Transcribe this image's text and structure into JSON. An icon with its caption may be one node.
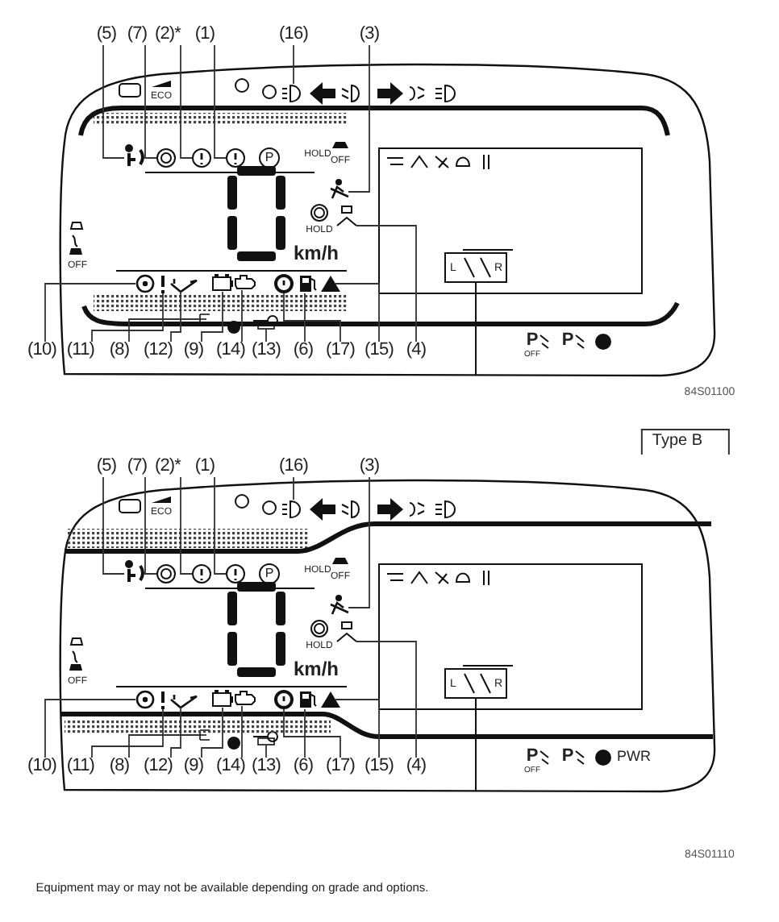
{
  "diagram": {
    "nodes": [
      {
        "text": [
          "(5)"
        ]
      },
      {
        "text": [
          "(7)"
        ]
      },
      {
        "text": [
          "(2)*"
        ]
      },
      {
        "text": [
          "(1)"
        ]
      },
      {
        "text": [
          "(16)"
        ]
      },
      {
        "text": [
          "(3)"
        ]
      },
      {
        "text": [
          "(10)"
        ]
      },
      {
        "text": [
          "(11)"
        ]
      },
      {
        "text": [
          "(8)"
        ]
      },
      {
        "text": [
          "(12)"
        ]
      },
      {
        "text": [
          "(9)"
        ]
      },
      {
        "text": [
          "(14)"
        ]
      },
      {
        "text": [
          "(13)"
        ]
      },
      {
        "text": [
          "(6)"
        ]
      },
      {
        "text": [
          "(17)"
        ]
      },
      {
        "text": [
          "(15)"
        ]
      },
      {
        "text": [
          "(4)"
        ]
      },
      {
        "text": [
          "(5)"
        ]
      },
      {
        "text": [
          "(7)"
        ]
      },
      {
        "text": [
          "(2)*"
        ]
      },
      {
        "text": [
          "(1)"
        ]
      },
      {
        "text": [
          "(16)"
        ]
      },
      {
        "text": [
          "(3)"
        ]
      },
      {
        "text": [
          "(10)"
        ]
      },
      {
        "text": [
          "(11)"
        ]
      },
      {
        "text": [
          "(8)"
        ]
      },
      {
        "text": [
          "(12)"
        ]
      },
      {
        "text": [
          "(9)"
        ]
      },
      {
        "text": [
          "(14)"
        ]
      },
      {
        "text": [
          "(13)"
        ]
      },
      {
        "text": [
          "(6)"
        ]
      },
      {
        "text": [
          "(17)"
        ]
      },
      {
        "text": [
          "(15)"
        ]
      },
      {
        "text": [
          "(4)"
        ]
      },
      {
        "text": [],
        "shape": "picture"
      },
      {
        "text": [],
        "shape": "picture"
      },
      {
        "text": [],
        "shape": "picture"
      },
      {
        "text": [],
        "shape": "picture"
      },
      {
        "text": [],
        "shape": "picture"
      },
      {
        "text": [],
        "shape": "picture"
      },
      {
        "text": [],
        "shape": "picture"
      },
      {
        "text": [],
        "shape": "picture"
      },
      {
        "text": [],
        "shape": "picture"
      },
      {
        "text": [],
        "shape": "picture"
      },
      {
        "text": [],
        "shape": "box"
      },
      {
        "text": [],
        "shape": "picture"
      },
      {
        "text": [],
        "shape": "picture"
      },
      {
        "text": [],
        "shape": "picture"
      },
      {
        "text": [],
        "shape": "picture"
      },
      {
        "text": [],
        "shape": "picture"
      },
      {
        "text": [],
        "shape": "picture"
      },
      {
        "text": [],
        "shape": "picture"
      },
      {
        "text": [],
        "shape": "picture"
      },
      {
        "text": [],
        "shape": "picture"
      },
      {
        "text": [],
        "shape": "picture"
      },
      {
        "text": [],
        "shape": "picture"
      },
      {
        "text": [],
        "shape": "picture"
      },
      {
        "text": [],
        "shape": "picture"
      },
      {
        "text": [],
        "shape": "picture"
      },
      {
        "text": [],
        "shape": "picture"
      },
      {
        "text": [],
        "shape": "picture"
      },
      {
        "text": [],
        "shape": "box"
      },
      {
        "text": [],
        "shape": "picture"
      },
      {
        "text": [],
        "shape": "picture"
      },
      {
        "text": [],
        "shape": "picture"
      },
      {
        "text": [],
        "shape": "picture"
      },
      {
        "text": [],
        "shape": "picture"
      },
      {
        "text": [],
        "shape": "picture"
      }
    ],
    "edges": [
      {
        "from": 0,
        "to": 34,
        "arrow": "none"
      },
      {
        "from": 1,
        "to": 35,
        "arrow": "none"
      },
      {
        "from": 2,
        "to": 36,
        "arrow": "none"
      },
      {
        "from": 3,
        "to": 37,
        "arrow": "none"
      },
      {
        "from": 4,
        "to": 38,
        "arrow": "none"
      },
      {
        "from": 5,
        "to": 39,
        "arrow": "none"
      },
      {
        "from": 6,
        "to": 40,
        "arrow": "none"
      },
      {
        "from": 7,
        "to": 41,
        "arrow": "none"
      },
      {
        "from": 8,
        "to": 42,
        "arrow": "none"
      },
      {
        "from": 9,
        "to": 43,
        "arrow": "none"
      },
      {
        "from": 10,
        "to": 44,
        "arrow": "none"
      },
      {
        "from": 11,
        "to": 45,
        "arrow": "none"
      },
      {
        "from": 12,
        "to": 46,
        "arrow": "none"
      },
      {
        "from": 13,
        "to": 47,
        "arrow": "none"
      },
      {
        "from": 14,
        "to": 48,
        "arrow": "none"
      },
      {
        "from": 15,
        "to": 49,
        "arrow": "none"
      },
      {
        "from": 16,
        "to": 50,
        "arrow": "none"
      },
      {
        "from": 17,
        "to": 51,
        "arrow": "none"
      },
      {
        "from": 18,
        "to": 52,
        "arrow": "none"
      },
      {
        "from": 19,
        "to": 53,
        "arrow": "none"
      },
      {
        "from": 20,
        "to": 54,
        "arrow": "none"
      },
      {
        "from": 21,
        "to": 55,
        "arrow": "none"
      },
      {
        "from": 22,
        "to": 56,
        "arrow": "none"
      },
      {
        "from": 23,
        "to": 57,
        "arrow": "none"
      },
      {
        "from": 24,
        "to": 58,
        "arrow": "none"
      },
      {
        "from": 25,
        "to": 59,
        "arrow": "none"
      },
      {
        "from": 26,
        "to": 60,
        "arrow": "none"
      },
      {
        "from": 27,
        "to": 61,
        "arrow": "none"
      },
      {
        "from": 28,
        "to": 62,
        "arrow": "none"
      },
      {
        "from": 29,
        "to": 63,
        "arrow": "none"
      },
      {
        "from": 30,
        "to": 64,
        "arrow": "none"
      },
      {
        "from": 31,
        "to": 65,
        "arrow": "none"
      },
      {
        "from": 32,
        "to": 66,
        "arrow": "none"
      },
      {
        "from": 33,
        "to": 67,
        "arrow": "none"
      }
    ],
    "labels": [
      "ECO",
      "P",
      "HOLD",
      "OFF",
      "HOLD",
      "km/h",
      "L",
      "R",
      "OFF",
      "P",
      "OFF",
      "P",
      "84S01100",
      "Type B",
      "ECO",
      "P",
      "HOLD",
      "OFF",
      "HOLD",
      "km/h",
      "L",
      "R",
      "OFF",
      "P",
      "OFF",
      "P",
      "PWR",
      "84S01110",
      "Equipment may or may not be available depending on grade and options."
    ]
  }
}
